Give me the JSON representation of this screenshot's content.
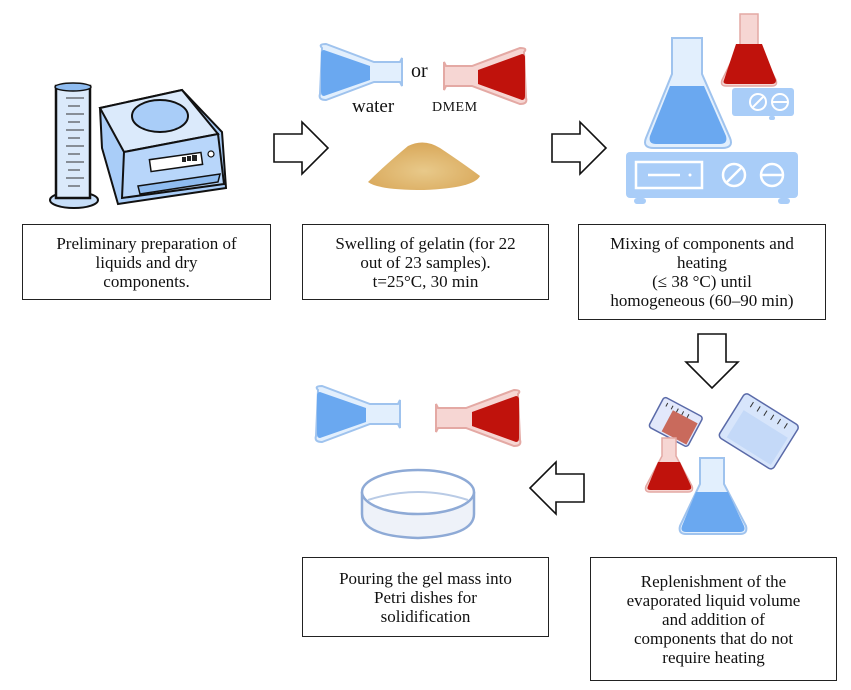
{
  "diagram": {
    "type": "process-flow",
    "steps": [
      {
        "id": 1,
        "lines": [
          "Preliminary preparation of",
          "liquids and dry",
          "components."
        ]
      },
      {
        "id": 2,
        "lines": [
          "Swelling of gelatin (for 22",
          "out of 23 samples).",
          "t=25°C, 30 min"
        ]
      },
      {
        "id": 3,
        "lines": [
          "Mixing of components and",
          "heating",
          "(≤ 38 °C) until",
          "homogeneous (60–90 min)"
        ]
      },
      {
        "id": 4,
        "lines": [
          "Replenishment of the",
          "evaporated liquid volume",
          "and addition of",
          "components that do not",
          "require heating"
        ]
      },
      {
        "id": 5,
        "lines": [
          "Pouring the gel mass into",
          "Petri dishes for",
          "solidification"
        ]
      }
    ],
    "flow": [
      "1→2",
      "2→3",
      "3→4",
      "4→5"
    ],
    "illustration_labels": {
      "water": "water",
      "or": "or",
      "dmem": "DMEM"
    },
    "icons": [
      "graduated-cylinder-icon",
      "lab-scale-icon",
      "water-flask-icon",
      "dmem-flask-icon",
      "gelatin-powder-icon",
      "hotplate-stirrer-icon",
      "erlenmeyer-flask-icon",
      "beaker-icon",
      "petri-dish-icon",
      "arrow-right-icon",
      "arrow-down-icon",
      "arrow-left-icon"
    ],
    "colors": {
      "water_blue": "#6aa8f0",
      "dmem_red": "#c0120c",
      "equipment_blue": "#a9cdf8",
      "gelatin": "#e6c07a",
      "outline": "#222222"
    }
  }
}
